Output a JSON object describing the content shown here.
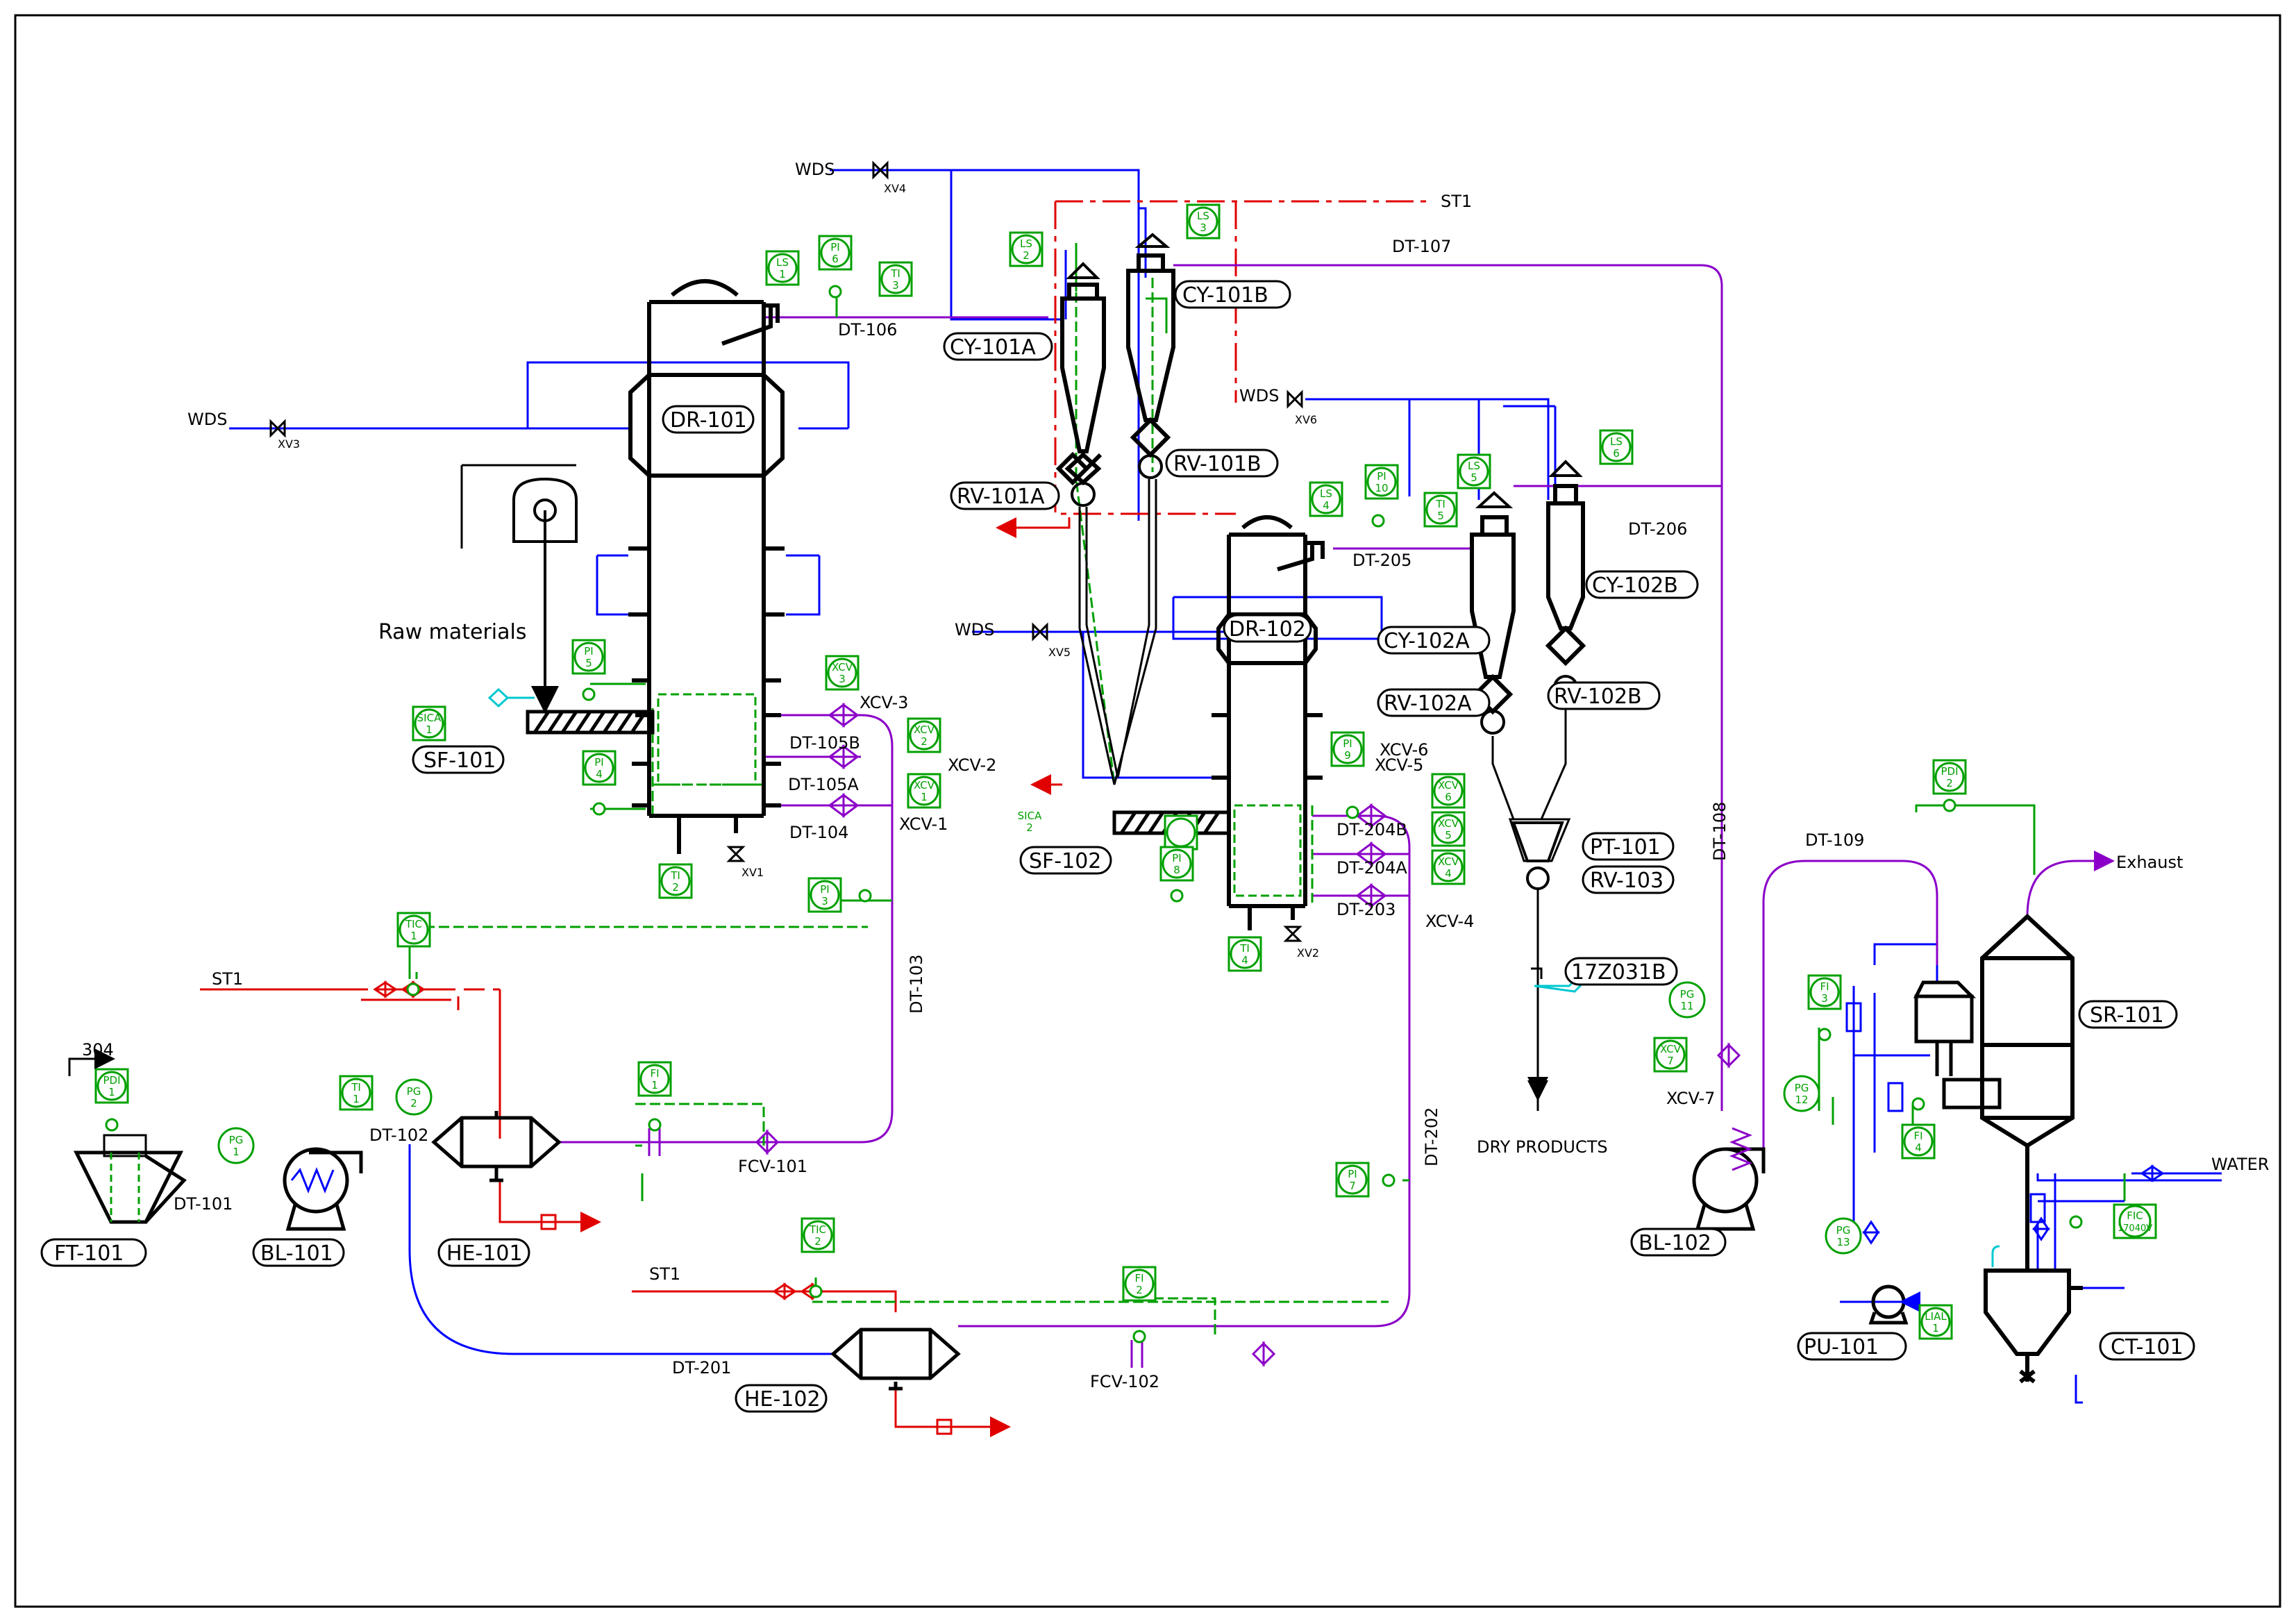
{
  "colors": {
    "process": "#000000",
    "wds": "#0000ff",
    "exhaust": "#8b00c8",
    "steam": "#e00000",
    "instrument": "#00a000",
    "cyan": "#00c8d0"
  },
  "equipment": {
    "dr101": "DR-101",
    "dr102": "DR-102",
    "cy101a": "CY-101A",
    "cy101b": "CY-101B",
    "cy102a": "CY-102A",
    "cy102b": "CY-102B",
    "rv101a": "RV-101A",
    "rv101b": "RV-101B",
    "rv102a": "RV-102A",
    "rv102b": "RV-102B",
    "rv103": "RV-103",
    "pt101": "PT-101",
    "sf101": "SF-101",
    "sf102": "SF-102",
    "he101": "HE-101",
    "he102": "HE-102",
    "ft101": "FT-101",
    "bl101": "BL-101",
    "bl102": "BL-102",
    "sr101": "SR-101",
    "pu101": "PU-101",
    "ct101": "CT-101",
    "z17": "17Z031B"
  },
  "lines": {
    "wds": "WDS",
    "st1": "ST1",
    "dt101": "DT-101",
    "dt102": "DT-102",
    "dt103": "DT-103",
    "dt104": "DT-104",
    "dt105a": "DT-105A",
    "dt105b": "DT-105B",
    "dt106": "DT-106",
    "dt107": "DT-107",
    "dt108": "DT-108",
    "dt109": "DT-109",
    "dt201": "DT-201",
    "dt202": "DT-202",
    "dt203": "DT-203",
    "dt204a": "DT-204A",
    "dt204b": "DT-204B",
    "dt205": "DT-205",
    "dt206": "DT-206"
  },
  "valves": {
    "xv1": "XV1",
    "xv2": "XV2",
    "xv3": "XV3",
    "xv4": "XV4",
    "xv5": "XV5",
    "xv6": "XV6",
    "xcv1": "XCV-1",
    "xcv2": "XCV-2",
    "xcv3": "XCV-3",
    "xcv4": "XCV-4",
    "xcv5": "XCV-5",
    "xcv6": "XCV-6",
    "xcv7": "XCV-7",
    "fcv101": "FCV-101",
    "fcv102": "FCV-102"
  },
  "text": {
    "raw_materials": "Raw materials",
    "dry_products": "DRY PRODUCTS",
    "exhaust": "Exhaust",
    "water": "WATER",
    "ref304": "304"
  },
  "instruments": {
    "ls1": {
      "tag": "LS",
      "num": "1"
    },
    "ls2": {
      "tag": "LS",
      "num": "2"
    },
    "ls3": {
      "tag": "LS",
      "num": "3"
    },
    "ls4": {
      "tag": "LS",
      "num": "4"
    },
    "ls5": {
      "tag": "LS",
      "num": "5"
    },
    "ls6": {
      "tag": "LS",
      "num": "6"
    },
    "pi3": {
      "tag": "PI",
      "num": "3"
    },
    "pi4": {
      "tag": "PI",
      "num": "4"
    },
    "pi5": {
      "tag": "PI",
      "num": "5"
    },
    "pi6": {
      "tag": "PI",
      "num": "6"
    },
    "pi8": {
      "tag": "PI",
      "num": "8"
    },
    "pi9": {
      "tag": "PI",
      "num": "9"
    },
    "pi10": {
      "tag": "PI",
      "num": "10"
    },
    "pi7": {
      "tag": "PI",
      "num": "7"
    },
    "ti1": {
      "tag": "TI",
      "num": "1"
    },
    "ti2": {
      "tag": "TI",
      "num": "2"
    },
    "ti3": {
      "tag": "TI",
      "num": "3"
    },
    "ti4": {
      "tag": "TI",
      "num": "4"
    },
    "ti5": {
      "tag": "TI",
      "num": "5"
    },
    "sica1": {
      "tag": "SICA",
      "num": "1"
    },
    "sica2": {
      "tag": "SICA",
      "num": "2"
    },
    "xcv1": {
      "tag": "XCV",
      "num": "1"
    },
    "xcv2": {
      "tag": "XCV",
      "num": "2"
    },
    "xcv3": {
      "tag": "XCV",
      "num": "3"
    },
    "xcv4": {
      "tag": "XCV",
      "num": "4"
    },
    "xcv5": {
      "tag": "XCV",
      "num": "5"
    },
    "xcv6": {
      "tag": "XCV",
      "num": "6"
    },
    "xcv7": {
      "tag": "XCV",
      "num": "7"
    },
    "tic1": {
      "tag": "TIC",
      "num": "1"
    },
    "tic2": {
      "tag": "TIC",
      "num": "2"
    },
    "fi1": {
      "tag": "FI",
      "num": "1"
    },
    "fi2": {
      "tag": "FI",
      "num": "2"
    },
    "fi3": {
      "tag": "FI",
      "num": "3"
    },
    "fi4": {
      "tag": "FI",
      "num": "4"
    },
    "pdi1": {
      "tag": "PDI",
      "num": "1"
    },
    "pdi2": {
      "tag": "PDI",
      "num": "2"
    },
    "lial1": {
      "tag": "LIAL",
      "num": "1"
    },
    "fic": {
      "tag": "FIC",
      "num": "17040V"
    },
    "pg1": {
      "tag": "PG",
      "num": "1"
    },
    "pg2": {
      "tag": "PG",
      "num": "2"
    },
    "pg11": {
      "tag": "PG",
      "num": "11"
    },
    "pg12": {
      "tag": "PG",
      "num": "12"
    },
    "pg13": {
      "tag": "PG",
      "num": "13"
    }
  }
}
